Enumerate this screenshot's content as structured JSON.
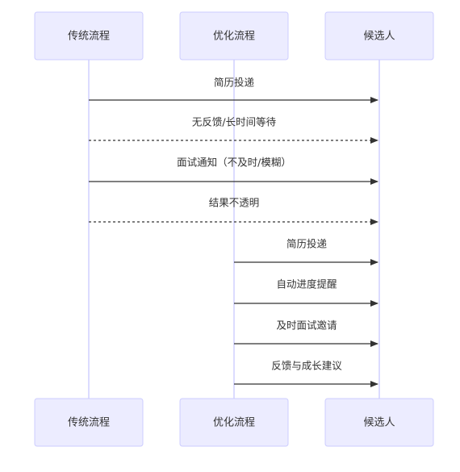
{
  "actors": {
    "traditional": {
      "label": "传统流程"
    },
    "optimized": {
      "label": "优化流程"
    },
    "candidate": {
      "label": "候选人"
    }
  },
  "messages": [
    {
      "from": "traditional",
      "to": "candidate",
      "label": "简历投递",
      "style": "solid"
    },
    {
      "from": "traditional",
      "to": "candidate",
      "label": "无反馈/长时间等待",
      "style": "dashed"
    },
    {
      "from": "traditional",
      "to": "candidate",
      "label": "面试通知（不及时/模糊）",
      "style": "solid"
    },
    {
      "from": "traditional",
      "to": "candidate",
      "label": "结果不透明",
      "style": "dashed"
    },
    {
      "from": "optimized",
      "to": "candidate",
      "label": "简历投递",
      "style": "solid"
    },
    {
      "from": "optimized",
      "to": "candidate",
      "label": "自动进度提醒",
      "style": "solid"
    },
    {
      "from": "optimized",
      "to": "candidate",
      "label": "及时面试邀请",
      "style": "solid"
    },
    {
      "from": "optimized",
      "to": "candidate",
      "label": "反馈与成长建议",
      "style": "solid"
    }
  ],
  "colors": {
    "actor_fill": "#ECECFF",
    "actor_border": "#CCCCFF",
    "lifeline": "#CCCCFF",
    "arrow": "#333333",
    "text": "#333333"
  }
}
